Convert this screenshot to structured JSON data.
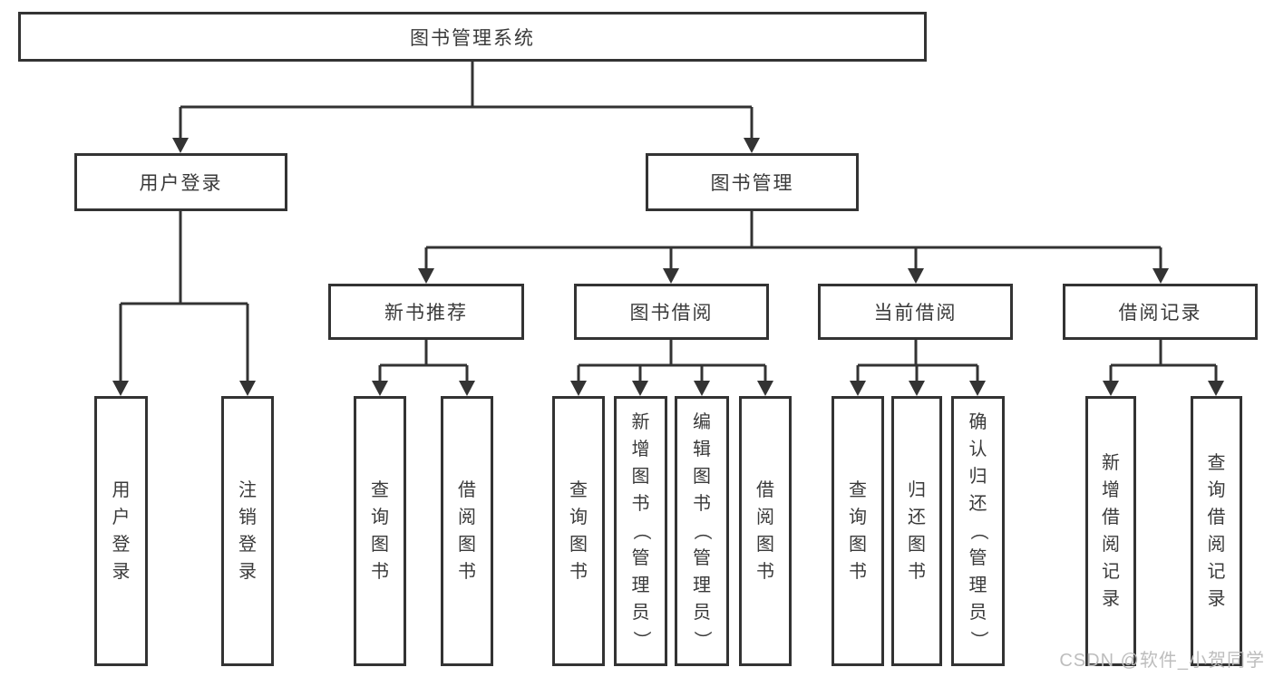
{
  "diagram": {
    "root": {
      "label": "图书管理系统"
    },
    "branches": [
      {
        "label": "用户登录",
        "children": [
          {
            "label": "用户登录"
          },
          {
            "label": "注销登录"
          }
        ]
      },
      {
        "label": "图书管理",
        "groups": [
          {
            "label": "新书推荐",
            "children": [
              {
                "label": "查询图书"
              },
              {
                "label": "借阅图书"
              }
            ]
          },
          {
            "label": "图书借阅",
            "children": [
              {
                "label": "查询图书"
              },
              {
                "label": "新增图书（管理员）"
              },
              {
                "label": "编辑图书（管理员）"
              },
              {
                "label": "借阅图书"
              }
            ]
          },
          {
            "label": "当前借阅",
            "children": [
              {
                "label": "查询图书"
              },
              {
                "label": "归还图书"
              },
              {
                "label": "确认归还（管理员）"
              }
            ]
          },
          {
            "label": "借阅记录",
            "children": [
              {
                "label": "新增借阅记录"
              },
              {
                "label": "查询借阅记录"
              }
            ]
          }
        ]
      }
    ]
  },
  "watermark": {
    "text": "CSDN @软件_小贺同学"
  },
  "colors": {
    "line": "#333333",
    "text": "#3a3a3a",
    "background": "#ffffff",
    "watermark": "#bdbdbd"
  }
}
